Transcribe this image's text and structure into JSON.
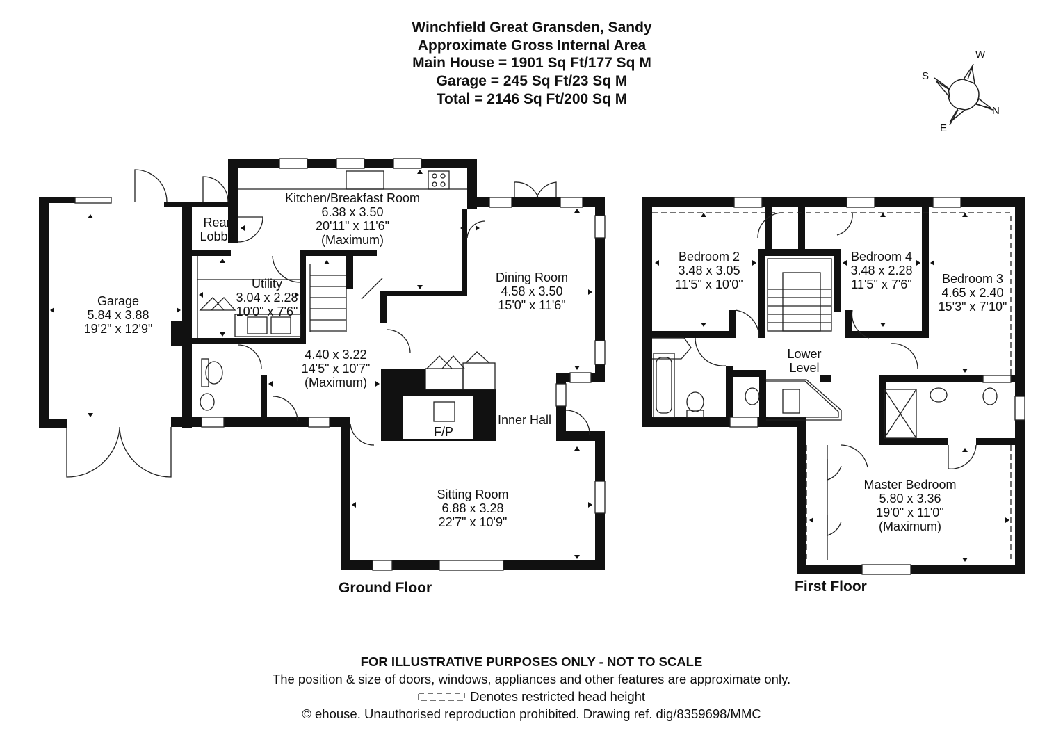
{
  "header": {
    "title": "Winchfield Great Gransden, Sandy",
    "subtitle": "Approximate Gross Internal Area",
    "main_house": "Main House = 1901 Sq Ft/177 Sq M",
    "garage": "Garage = 245 Sq Ft/23 Sq M",
    "total": "Total = 2146 Sq Ft/200 Sq M"
  },
  "compass": {
    "w": "W",
    "s": "S",
    "n": "N",
    "e": "E"
  },
  "ground_floor": {
    "label": "Ground Floor",
    "garage": {
      "name": "Garage",
      "metric": "5.84 x 3.88",
      "imperial": "19'2\" x 12'9\""
    },
    "rear_lobby": {
      "line1": "Rear",
      "line2": "Lobby"
    },
    "kitchen": {
      "name": "Kitchen/Breakfast Room",
      "metric": "6.38 x 3.50",
      "imperial": "20'11\" x 11'6\"",
      "note": "(Maximum)"
    },
    "utility": {
      "name": "Utility",
      "metric": "3.04 x 2.28",
      "imperial": "10'0\" x 7'6\""
    },
    "hall": {
      "metric": "4.40 x 3.22",
      "imperial": "14'5\" x 10'7\"",
      "note": "(Maximum)"
    },
    "dining": {
      "name": "Dining Room",
      "metric": "4.58 x 3.50",
      "imperial": "15'0\" x 11'6\""
    },
    "inner_hall": "Inner Hall",
    "fireplace": "F/P",
    "sitting": {
      "name": "Sitting Room",
      "metric": "6.88 x 3.28",
      "imperial": "22'7\" x 10'9\""
    }
  },
  "first_floor": {
    "label": "First Floor",
    "bedroom2": {
      "name": "Bedroom 2",
      "metric": "3.48 x 3.05",
      "imperial": "11'5\" x 10'0\""
    },
    "bedroom4": {
      "name": "Bedroom 4",
      "metric": "3.48 x 2.28",
      "imperial": "11'5\" x 7'6\""
    },
    "bedroom3": {
      "name": "Bedroom 3",
      "metric": "4.65 x 2.40",
      "imperial": "15'3\" x 7'10\""
    },
    "lower_level": {
      "line1": "Lower",
      "line2": "Level"
    },
    "master": {
      "name": "Master Bedroom",
      "metric": "5.80 x 3.36",
      "imperial": "19'0\" x 11'0\"",
      "note": "(Maximum)"
    }
  },
  "footer": {
    "disclaimer": "FOR ILLUSTRATIVE PURPOSES ONLY - NOT TO SCALE",
    "position_note": "The position & size of doors, windows, appliances and other features are approximate only.",
    "legend": "Denotes restricted head height",
    "copyright": "© ehouse. Unauthorised reproduction prohibited. Drawing ref. dig/8359698/MMC"
  },
  "colors": {
    "wall": "#111111",
    "line": "#222222",
    "background": "#ffffff"
  }
}
